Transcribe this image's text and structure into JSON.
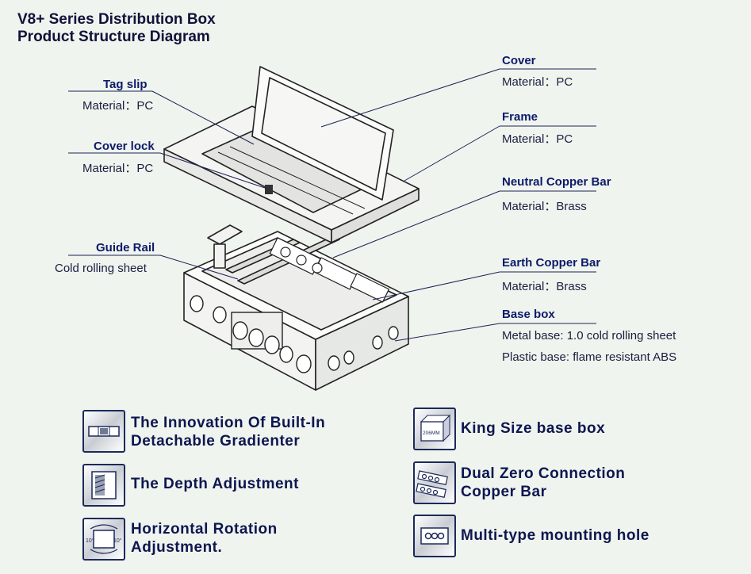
{
  "title": {
    "line1": "V8+ Series Distribution Box",
    "line2": "Product Structure Diagram"
  },
  "left_labels": [
    {
      "name": "Tag slip",
      "detail": "Material：PC"
    },
    {
      "name": "Cover lock",
      "detail": "Material：PC"
    },
    {
      "name": "Guide Rail",
      "detail": "Cold rolling sheet"
    }
  ],
  "right_labels": [
    {
      "name": "Cover",
      "detail": "Material：PC"
    },
    {
      "name": "Frame",
      "detail": "Material：PC"
    },
    {
      "name": "Neutral Copper Bar",
      "detail": "Material：Brass"
    },
    {
      "name": "Earth Copper Bar",
      "detail": "Material：Brass"
    },
    {
      "name": "Base box",
      "detail": "Metal base: 1.0 cold rolling sheet",
      "detail2": "Plastic base: flame resistant ABS"
    }
  ],
  "features": [
    {
      "icon": "gradienter-level-icon",
      "line1": "The Innovation Of Built-In",
      "line2": "Detachable Gradienter"
    },
    {
      "icon": "depth-adjustment-icon",
      "line1": "The Depth Adjustment"
    },
    {
      "icon": "rotation-icon",
      "line1": "Horizontal Rotation",
      "line2": "Adjustment.",
      "icon_text_left": "10°",
      "icon_text_right": "10°"
    },
    {
      "icon": "box-size-icon",
      "line1": "King Size base box",
      "icon_text": "206MM"
    },
    {
      "icon": "copper-bar-icon",
      "line1": "Dual Zero Connection",
      "line2": "Copper Bar"
    },
    {
      "icon": "mounting-hole-icon",
      "line1": "Multi-type mounting hole"
    }
  ]
}
